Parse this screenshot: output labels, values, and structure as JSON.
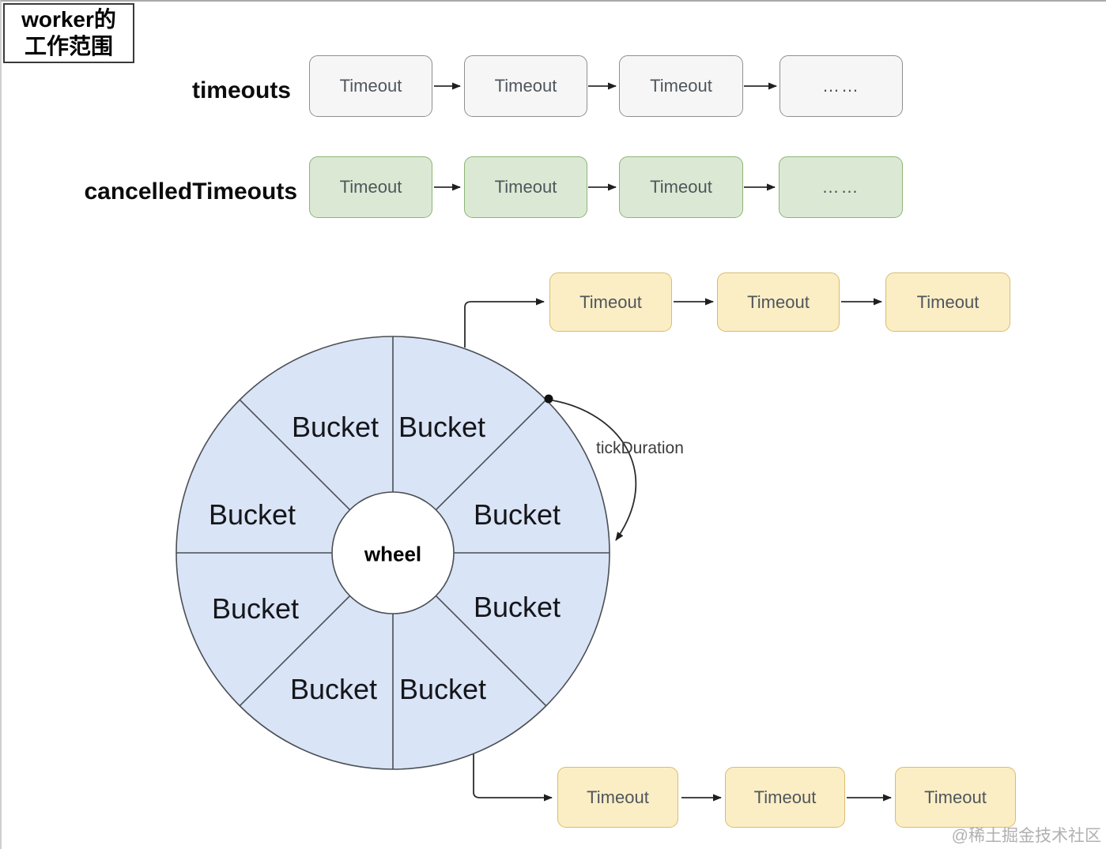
{
  "legend": {
    "line1": "worker的",
    "line2": "工作范围"
  },
  "rows": {
    "timeouts": {
      "label": "timeouts",
      "boxes": [
        "Timeout",
        "Timeout",
        "Timeout",
        "……"
      ]
    },
    "cancelled": {
      "label": "cancelledTimeouts",
      "boxes": [
        "Timeout",
        "Timeout",
        "Timeout",
        "……"
      ]
    }
  },
  "chains": {
    "top": {
      "boxes": [
        "Timeout",
        "Timeout",
        "Timeout"
      ]
    },
    "bottom": {
      "boxes": [
        "Timeout",
        "Timeout",
        "Timeout"
      ]
    }
  },
  "wheel": {
    "center_label": "wheel",
    "buckets": [
      "Bucket",
      "Bucket",
      "Bucket",
      "Bucket",
      "Bucket",
      "Bucket",
      "Bucket",
      "Bucket"
    ],
    "tick_label": "tickDuration"
  },
  "watermark": "@稀土掘金技术社区",
  "colors": {
    "wheel_fill": "#d9e4f6",
    "wheel_stroke": "#4a4f55",
    "gray_fill": "#f6f6f6",
    "gray_border": "#8f8f8f",
    "green_fill": "#dbe9d4",
    "green_border": "#8cb475",
    "yellow_fill": "#fbeec5",
    "yellow_border": "#d9bc6e",
    "arrow": "#2b2b2b",
    "box_text": "#4f565c"
  }
}
